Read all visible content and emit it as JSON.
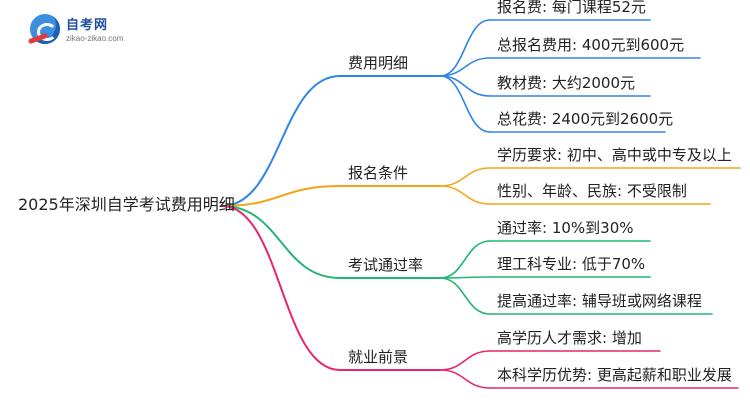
{
  "logo": {
    "name": "自考网",
    "domain": "zikao-zikao.com"
  },
  "root": {
    "title": "2025年深圳自学考试费用明细"
  },
  "branches": [
    {
      "label": "费用明细",
      "color": "#2f86e8",
      "children": [
        "报名费: 每门课程52元",
        "总报名费用: 400元到600元",
        "教材费: 大约2000元",
        "总花费: 2400元到2600元"
      ]
    },
    {
      "label": "报名条件",
      "color": "#f2a516",
      "children": [
        "学历要求: 初中、高中或中专及以上",
        "性别、年龄、民族: 不受限制"
      ]
    },
    {
      "label": "考试通过率",
      "color": "#22b573",
      "children": [
        "通过率: 10%到30%",
        "理工科专业: 低于70%",
        "提高通过率: 辅导班或网络课程"
      ]
    },
    {
      "label": "就业前景",
      "color": "#e8256e",
      "children": [
        "高学历人才需求: 增加",
        "本科学历优势: 更高起薪和职业发展"
      ]
    }
  ]
}
